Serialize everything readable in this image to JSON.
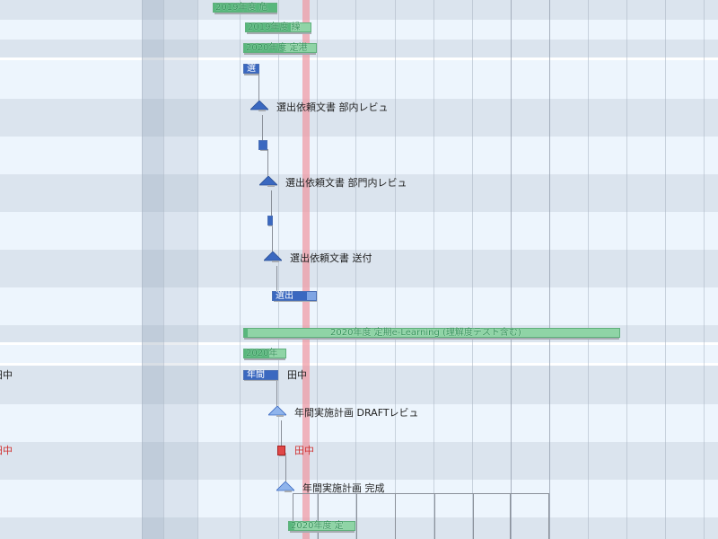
{
  "tasks": {
    "t2019_a": "2019年度 危",
    "t2019_b": "2019年度 繰",
    "t2020_plan": "2020年度 定港",
    "select_short": "選",
    "ms_dept_review": "選出依頼文書 部内レビュ",
    "ms_division_review": "選出依頼文書 部門内レビュ",
    "ms_send": "選出依頼文書 送付",
    "select_bar": "選出",
    "elearning": "2020年度 定期e-Learning (理解度テスト含む)",
    "t2020_short": "2020年",
    "annual_bar": "年間",
    "owner_1": "田中",
    "ms_draft_review": "年間実施計画 DRAFTレビュ",
    "owner_2": "田中",
    "ms_complete": "年間実施計画 完成",
    "t2020_bottom": "2020年度 定"
  },
  "left_column": {
    "owner_1": "田中",
    "owner_2": "田中"
  },
  "colors": {
    "today_line": "#f096a0",
    "green_bar": "#8fd4a6",
    "blue_bar": "#3a68c0",
    "red_task": "#e04848",
    "row_light": "#edf5fd",
    "row_dark": "#dbe4ee"
  }
}
